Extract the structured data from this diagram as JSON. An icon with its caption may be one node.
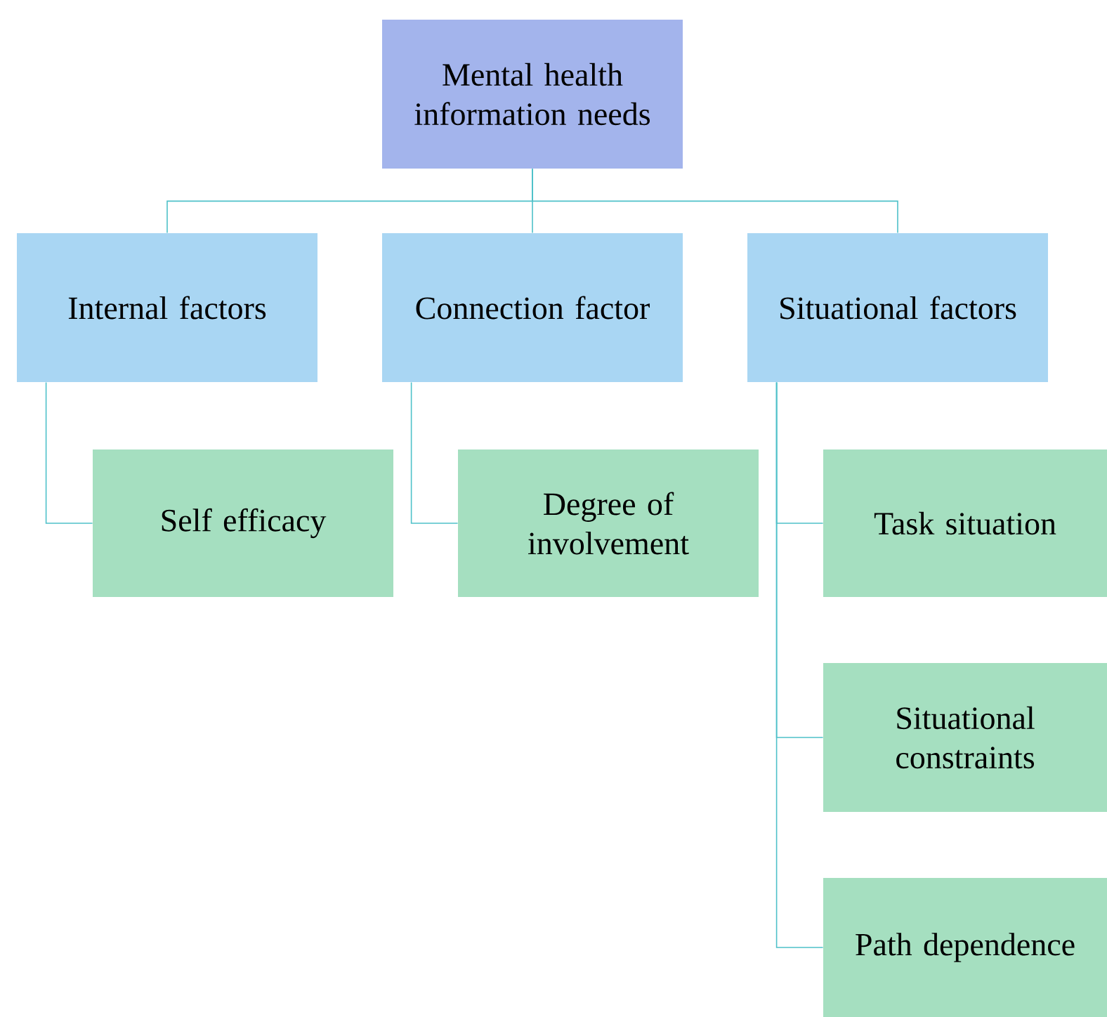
{
  "diagram": {
    "nodes": [
      {
        "text": [
          "Mental health information needs"
        ]
      },
      {
        "text": [
          "Internal factors"
        ]
      },
      {
        "text": [
          "Connection factor"
        ]
      },
      {
        "text": [
          "Situational factors"
        ]
      },
      {
        "text": [
          "Self efficacy"
        ]
      },
      {
        "text": [
          "Degree of involvement"
        ]
      },
      {
        "text": [
          "Task situation"
        ]
      },
      {
        "text": [
          "Situational constraints"
        ]
      },
      {
        "text": [
          "Path dependence"
        ]
      }
    ],
    "edges": [
      {
        "from": 0,
        "to": 1,
        "arrow": "none"
      },
      {
        "from": 0,
        "to": 2,
        "arrow": "none"
      },
      {
        "from": 0,
        "to": 3,
        "arrow": "none"
      },
      {
        "from": 1,
        "to": 4,
        "arrow": "none"
      },
      {
        "from": 2,
        "to": 5,
        "arrow": "none"
      },
      {
        "from": 3,
        "to": 6,
        "arrow": "none"
      },
      {
        "from": 3,
        "to": 7,
        "arrow": "none"
      },
      {
        "from": 3,
        "to": 8,
        "arrow": "none"
      }
    ]
  }
}
